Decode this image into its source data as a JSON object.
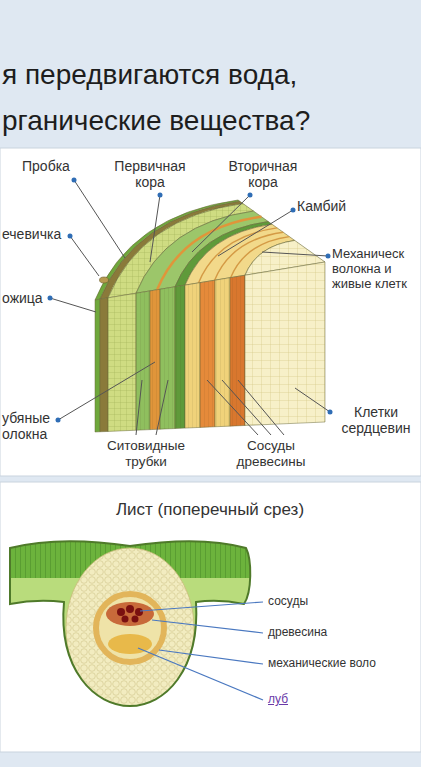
{
  "diagram": {
    "title": "я передвигаются вода, рганические вещества?",
    "labels": [
      "Пробка",
      "Первичная кора",
      "Вторичная кора",
      "ечевичка",
      "Камбий",
      "Механическ волокна и живые клетк",
      "ожица",
      "Клетки сердцевин",
      "убяные олокна",
      "Ситовидные трубки",
      "Сосуды древесины",
      "Лист (поперечный срез)",
      "сосуды",
      "древесина",
      "механические воло",
      "луб"
    ]
  }
}
